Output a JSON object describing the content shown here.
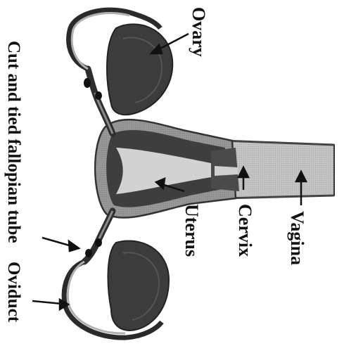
{
  "labels": {
    "ovary": "Ovary",
    "cut_tube": "Cut and tied fallopian tube",
    "oviduct": "Oviduct",
    "uterus": "Uterus",
    "cervix": "Cervix",
    "vagina": "Vagina"
  },
  "colors": {
    "tissue_dark": "#3a3a3a",
    "tissue_mid": "#6a6a6a",
    "tissue_light": "#b4b4b4",
    "cavity": "#d6d6d6",
    "ink": "#111111"
  }
}
